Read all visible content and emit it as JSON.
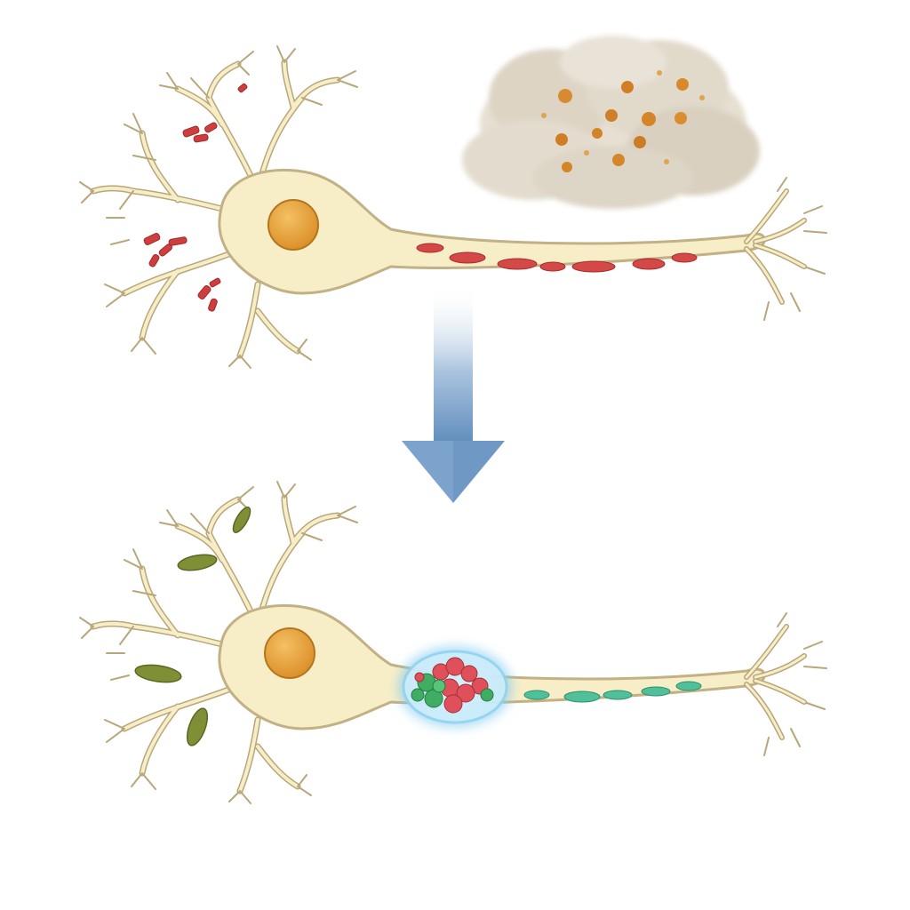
{
  "diagram": {
    "kind": "neuron-before-after",
    "colors": {
      "background": "#ffffff",
      "cell_fill": "#f7eec7",
      "cell_outline": "#c9b98a",
      "nucleus_fill": "#e7a23c",
      "nucleus_outline": "#b4761d",
      "damage_red": "#d44848",
      "plaque_grey": "#d8cfc0",
      "plaque_particle": "#d8892c",
      "arrow_blue": "#6f99c4",
      "healthy_green": "#7a8f35",
      "axon_green": "#4fc09a",
      "glow_blue": "#9ed6f2",
      "cluster_red": "#e0505a",
      "cluster_green": "#3fae62"
    },
    "panels": [
      {
        "id": "before",
        "state": "damaged",
        "features": [
          "red-aggregates-on-dendrites",
          "red-deposits-along-axon",
          "amyloid-plaque-cloud"
        ]
      },
      {
        "id": "after",
        "state": "treated",
        "features": [
          "olive-dendrite-buds",
          "glowing-molecular-cluster-on-axon",
          "green-segments-along-axon"
        ]
      }
    ],
    "transition_icon": "down-arrow-icon"
  }
}
